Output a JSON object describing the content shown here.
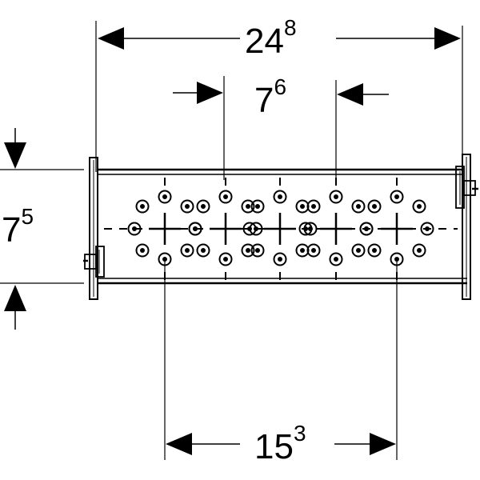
{
  "dimensions": {
    "overall_width": {
      "base": "24",
      "sup": "8"
    },
    "inner_spacing": {
      "base": "7",
      "sup": "6"
    },
    "height": {
      "base": "7",
      "sup": "5"
    },
    "bottom_spacing": {
      "base": "15",
      "sup": "3"
    }
  },
  "colors": {
    "line": "#000000",
    "background": "#ffffff"
  }
}
